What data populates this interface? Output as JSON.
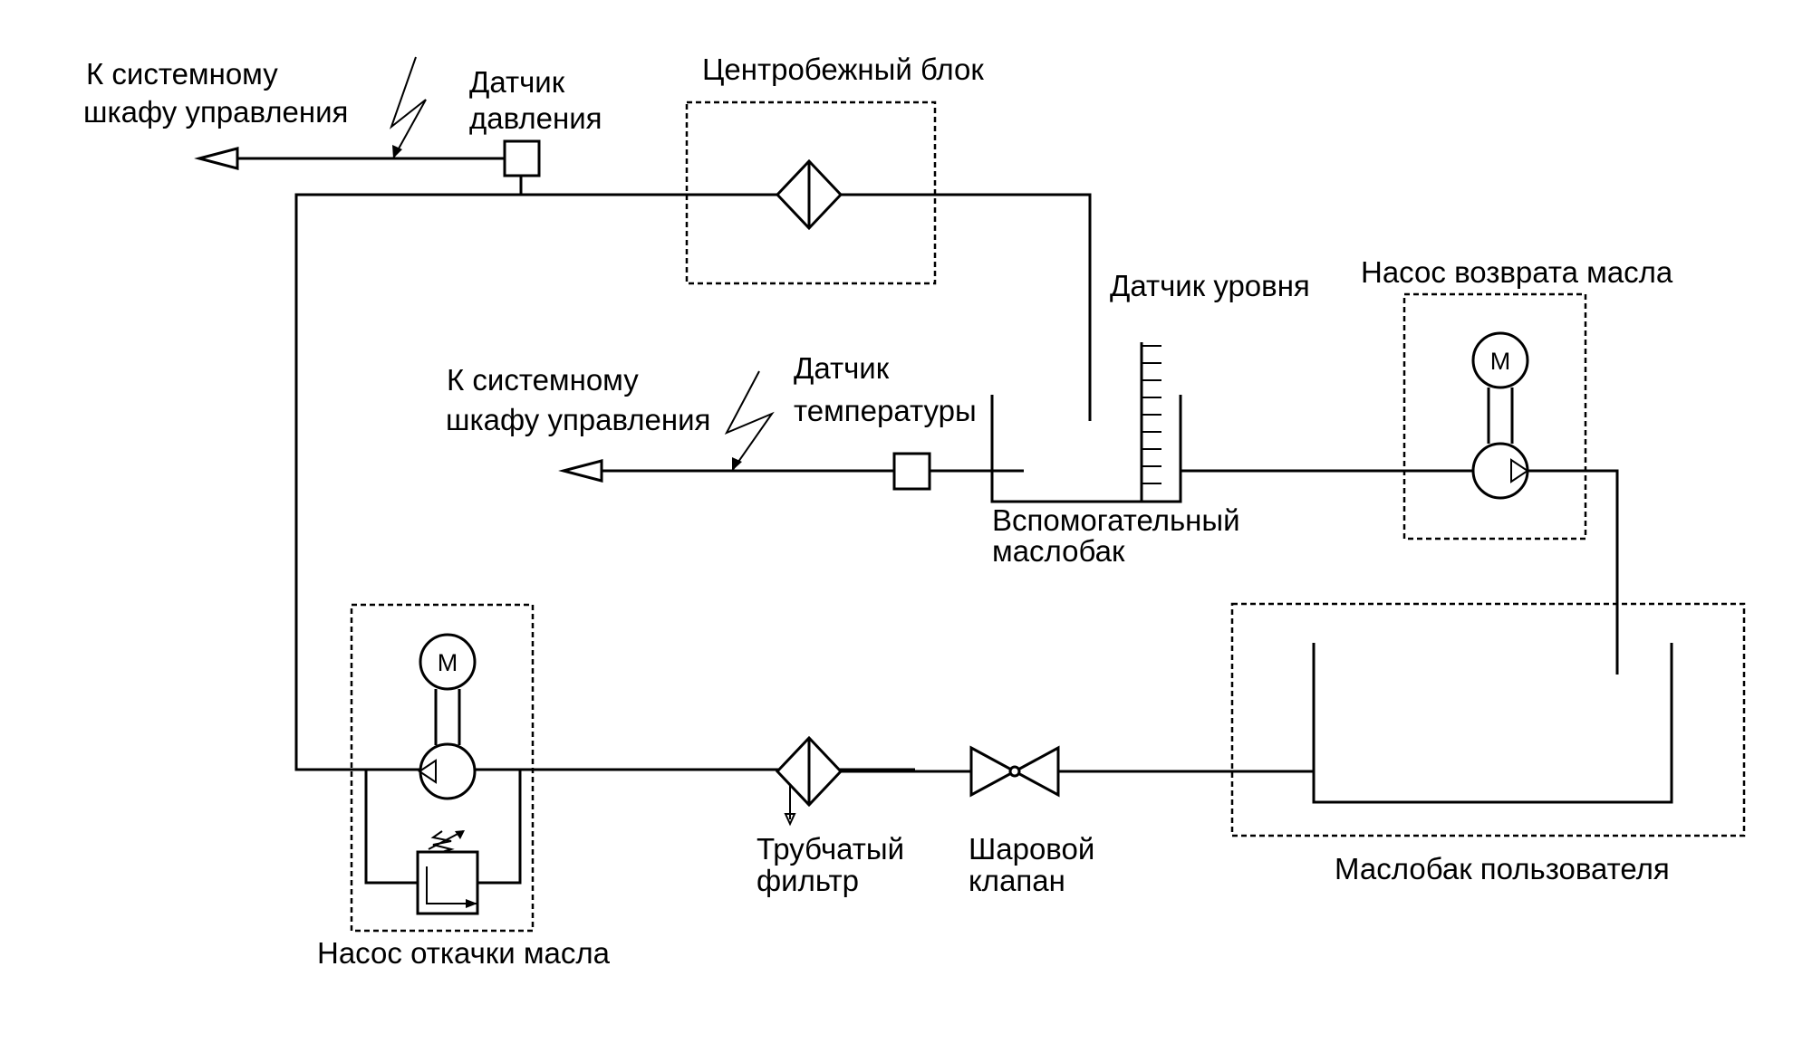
{
  "labels": {
    "to_cabinet_top_line1": "К системному",
    "to_cabinet_top_line2": "шкафу управления",
    "pressure_sensor_line1": "Датчик",
    "pressure_sensor_line2": "давления",
    "centrifugal_block": "Центробежный блок",
    "level_sensor": "Датчик уровня",
    "return_pump": "Насос возврата масла",
    "to_cabinet_mid_line1": "К системному",
    "to_cabinet_mid_line2": "шкафу управления",
    "temp_sensor_line1": "Датчик",
    "temp_sensor_line2": "температуры",
    "aux_tank_line1": "Вспомогательный",
    "aux_tank_line2": "маслобак",
    "tube_filter_line1": "Трубчатый",
    "tube_filter_line2": "фильтр",
    "ball_valve_line1": "Шаровой",
    "ball_valve_line2": "клапан",
    "user_tank": "Маслобак пользователя",
    "drain_pump": "Насос откачки масла",
    "motor_symbol": "M"
  }
}
